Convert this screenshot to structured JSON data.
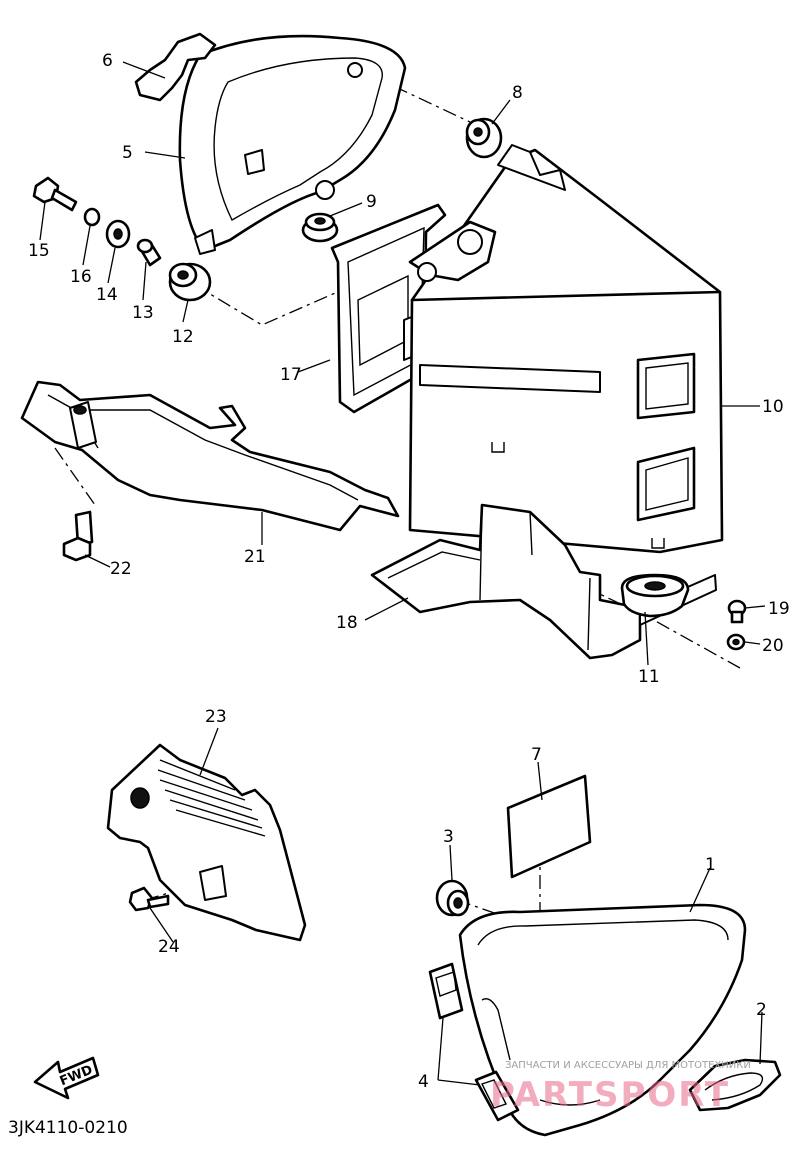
{
  "diagram": {
    "drawing_code": "3JK4110-0210",
    "direction_label": "FWD",
    "watermark": {
      "caption": "ЗАПЧАСТИ И АКСЕССУАРЫ ДЛЯ МОТОТЕХНИКИ",
      "brand": "PARTSPORT"
    },
    "parts": [
      {
        "no": "1",
        "icon": "side-cover"
      },
      {
        "no": "2",
        "icon": "emblem"
      },
      {
        "no": "3",
        "icon": "grommet"
      },
      {
        "no": "4",
        "icon": "damper"
      },
      {
        "no": "5",
        "icon": "side-cover-bracket"
      },
      {
        "no": "6",
        "icon": "clip"
      },
      {
        "no": "7",
        "icon": "label"
      },
      {
        "no": "8",
        "icon": "grommet"
      },
      {
        "no": "9",
        "icon": "grommet"
      },
      {
        "no": "10",
        "icon": "battery-box"
      },
      {
        "no": "11",
        "icon": "grommet"
      },
      {
        "no": "12",
        "icon": "grommet"
      },
      {
        "no": "13",
        "icon": "collar"
      },
      {
        "no": "14",
        "icon": "washer"
      },
      {
        "no": "15",
        "icon": "bolt"
      },
      {
        "no": "16",
        "icon": "spring-washer"
      },
      {
        "no": "17",
        "icon": "cover-plate"
      },
      {
        "no": "18",
        "icon": "bracket"
      },
      {
        "no": "19",
        "icon": "screw"
      },
      {
        "no": "20",
        "icon": "washer"
      },
      {
        "no": "21",
        "icon": "battery-band"
      },
      {
        "no": "22",
        "icon": "bolt"
      },
      {
        "no": "23",
        "icon": "cover"
      },
      {
        "no": "24",
        "icon": "screw"
      }
    ]
  }
}
